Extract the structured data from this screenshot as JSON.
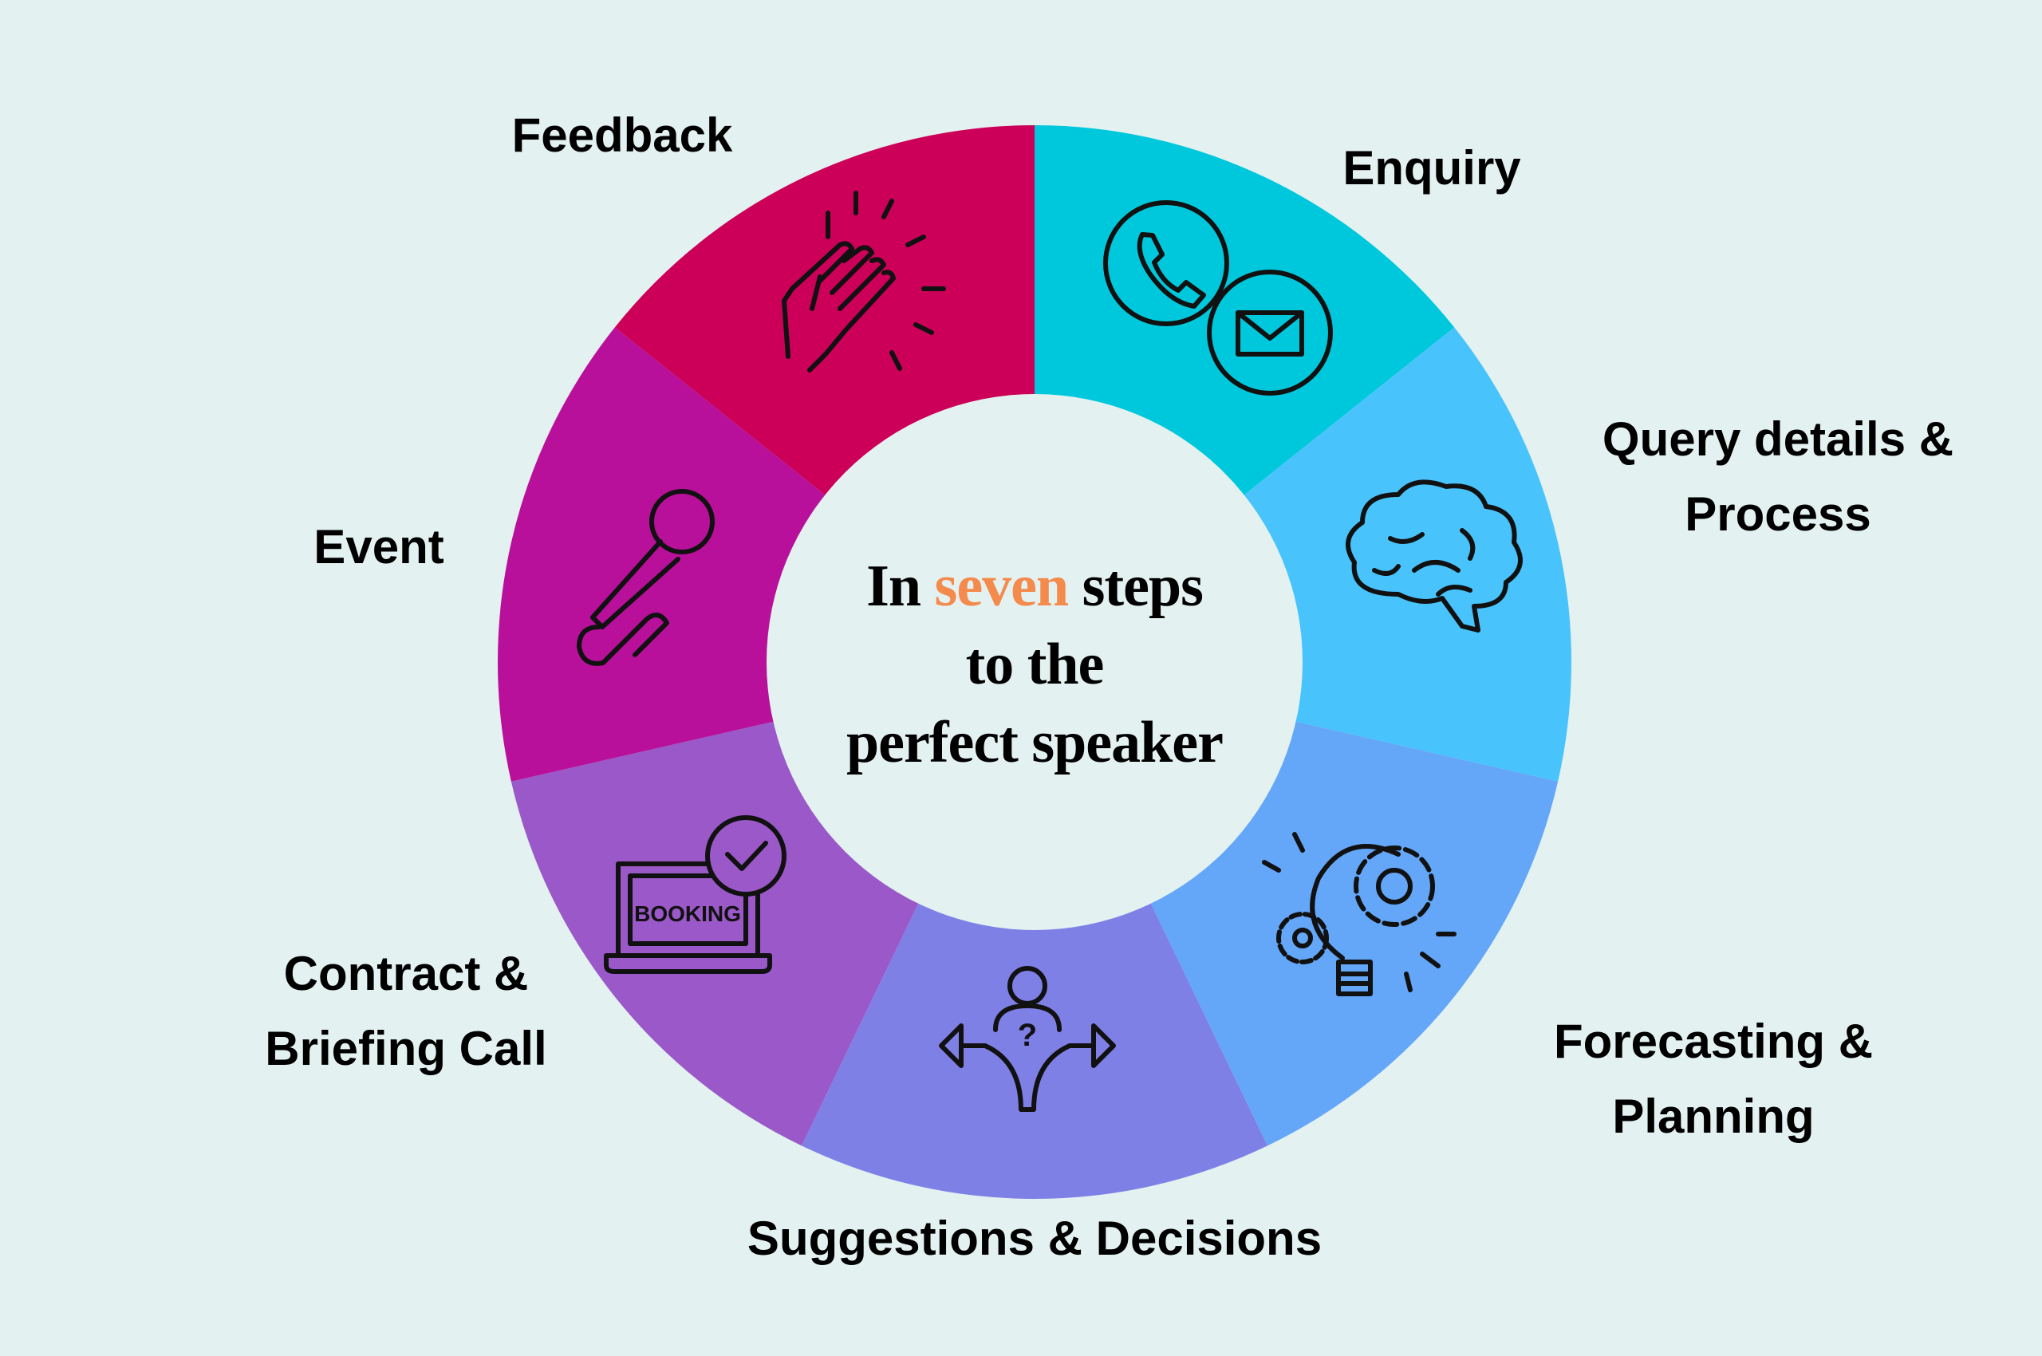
{
  "center_title": {
    "part1": "In",
    "accent": "seven",
    "part2": "steps",
    "line2": "to the",
    "line3": "perfect speaker"
  },
  "colors": {
    "background": "#e3f1f0",
    "accent": "#f48a4c",
    "inner": "#e3f1f0"
  },
  "steps": [
    {
      "label": "Enquiry",
      "color": "#00c8dc",
      "icon": "phone-mail-icon"
    },
    {
      "label": "Query details &",
      "label2": "Process",
      "color": "#48c3fc",
      "icon": "brain-icon"
    },
    {
      "label": "Forecasting &",
      "label2": "Planning",
      "color": "#64a6f8",
      "icon": "lightbulb-gears-icon"
    },
    {
      "label": "Suggestions & Decisions",
      "color": "#7f80e6",
      "icon": "decision-arrows-icon"
    },
    {
      "label": "Contract &",
      "label2": "Briefing Call",
      "color": "#9a58c8",
      "icon": "booking-laptop-icon",
      "icon_text": "BOOKING"
    },
    {
      "label": "Event",
      "color": "#b8109a",
      "icon": "microphone-icon"
    },
    {
      "label": "Feedback",
      "color": "#cc0058",
      "icon": "clapping-hands-icon"
    }
  ]
}
